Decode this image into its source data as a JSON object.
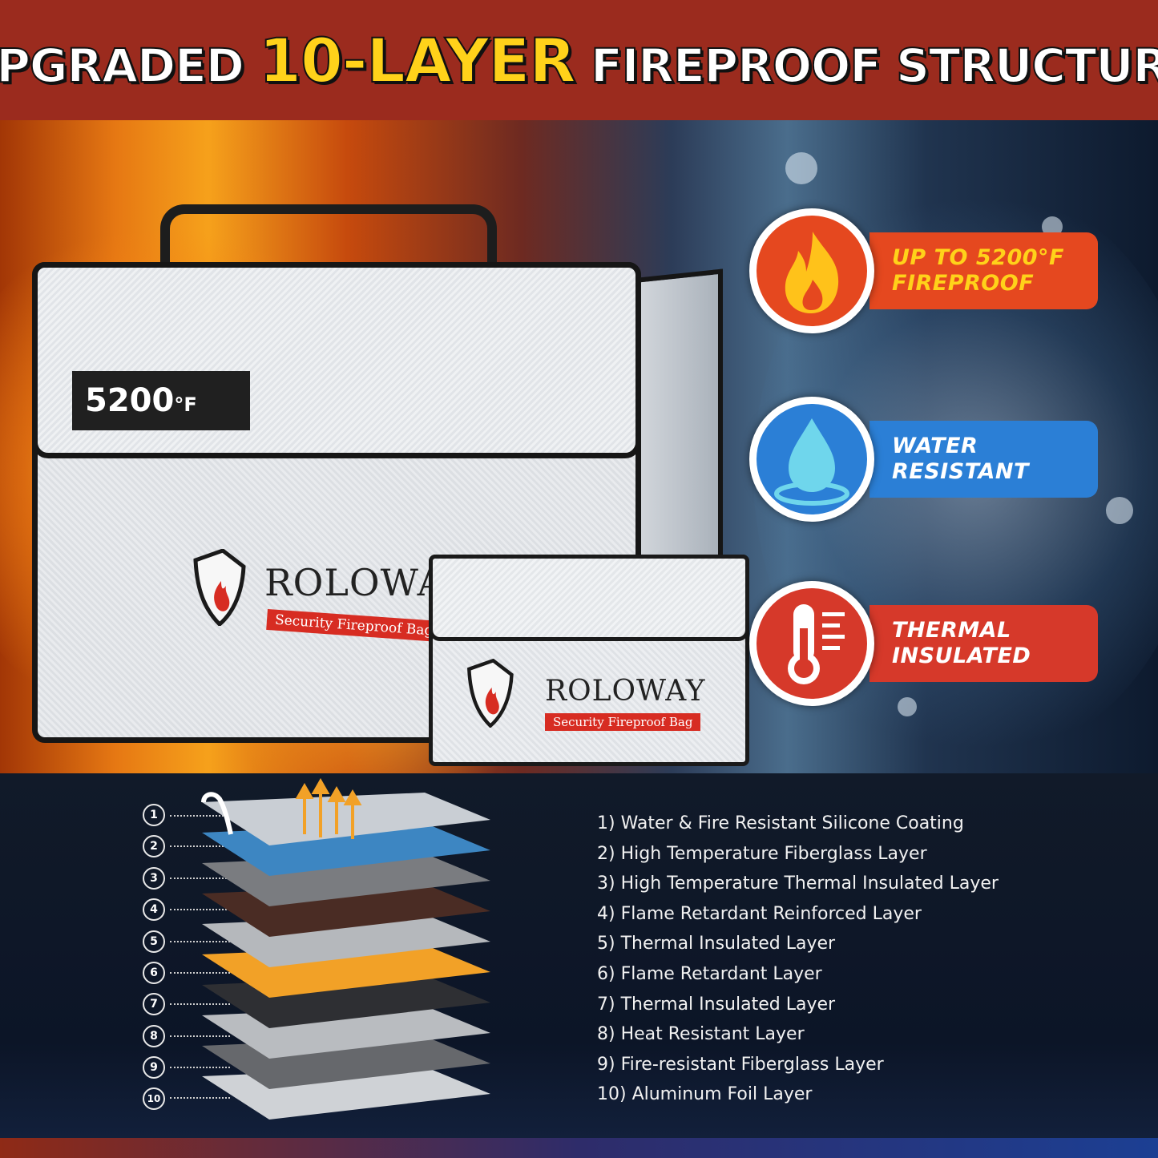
{
  "banner": {
    "prefix": "UPGRADED",
    "highlight": "10-LAYER",
    "suffix": "FIREPROOF STRUCTURE"
  },
  "product": {
    "temperature_value": "5200",
    "temperature_unit": "°F",
    "brand": "ROLOWAY",
    "tagline": "Security Fireproof Bag"
  },
  "features": [
    {
      "icon": "flame-icon",
      "line1": "UP TO 5200°F",
      "line2": "FIREPROOF",
      "color": "#e5481f",
      "text_color": "#ffd21a"
    },
    {
      "icon": "water-drop-icon",
      "line1": "WATER",
      "line2": "RESISTANT",
      "color": "#2b7fd6",
      "text_color": "#ffffff"
    },
    {
      "icon": "thermometer-icon",
      "line1": "THERMAL",
      "line2": "INSULATED",
      "color": "#d6392a",
      "text_color": "#ffffff"
    }
  ],
  "layer_numbers": [
    "1",
    "2",
    "3",
    "4",
    "5",
    "6",
    "7",
    "8",
    "9",
    "10"
  ],
  "layers": [
    "1) Water & Fire Resistant Silicone Coating",
    "2) High Temperature Fiberglass Layer",
    "3) High Temperature Thermal Insulated Layer",
    "4) Flame Retardant Reinforced Layer",
    "5) Thermal Insulated Layer",
    "6) Flame Retardant Layer",
    "7) Thermal Insulated Layer",
    "8) Heat Resistant Layer",
    "9) Fire-resistant Fiberglass Layer",
    "10) Aluminum Foil Layer"
  ],
  "layer_colors": [
    "#c9ced4",
    "#3d86c2",
    "#7a7c80",
    "#4a2c24",
    "#b5b8bc",
    "#f2a127",
    "#2e2f33",
    "#b9bcc0",
    "#66686c",
    "#cfd2d6"
  ],
  "colors": {
    "banner": "#9b2b1e",
    "accent_yellow": "#ffd21a"
  }
}
